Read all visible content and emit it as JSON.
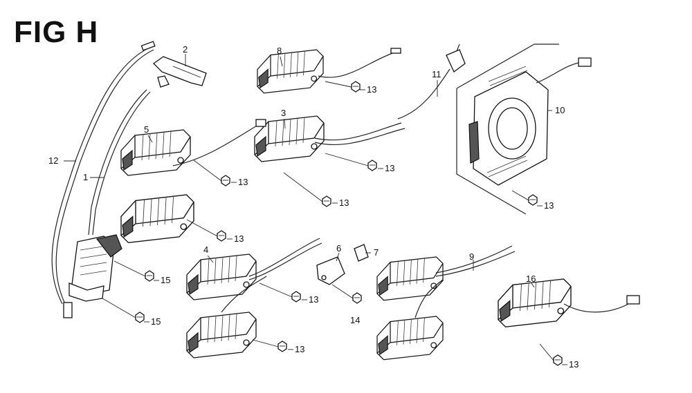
{
  "figure": {
    "title": "FIG H"
  },
  "callouts": {
    "p1": "1",
    "p2": "2",
    "p3": "3",
    "p4": "4",
    "p5": "5",
    "p6": "6",
    "p7": "7",
    "p8": "8",
    "p9": "9",
    "p10": "10",
    "p11": "11",
    "p12": "12",
    "p13": "13",
    "p14": "14",
    "p15": "15",
    "p16": "16"
  },
  "icons": [
    "ignition-coil-icon",
    "charge-coil-icon",
    "stator-icon",
    "bolt-icon",
    "wire-harness-icon",
    "spark-plug-cap-icon"
  ]
}
